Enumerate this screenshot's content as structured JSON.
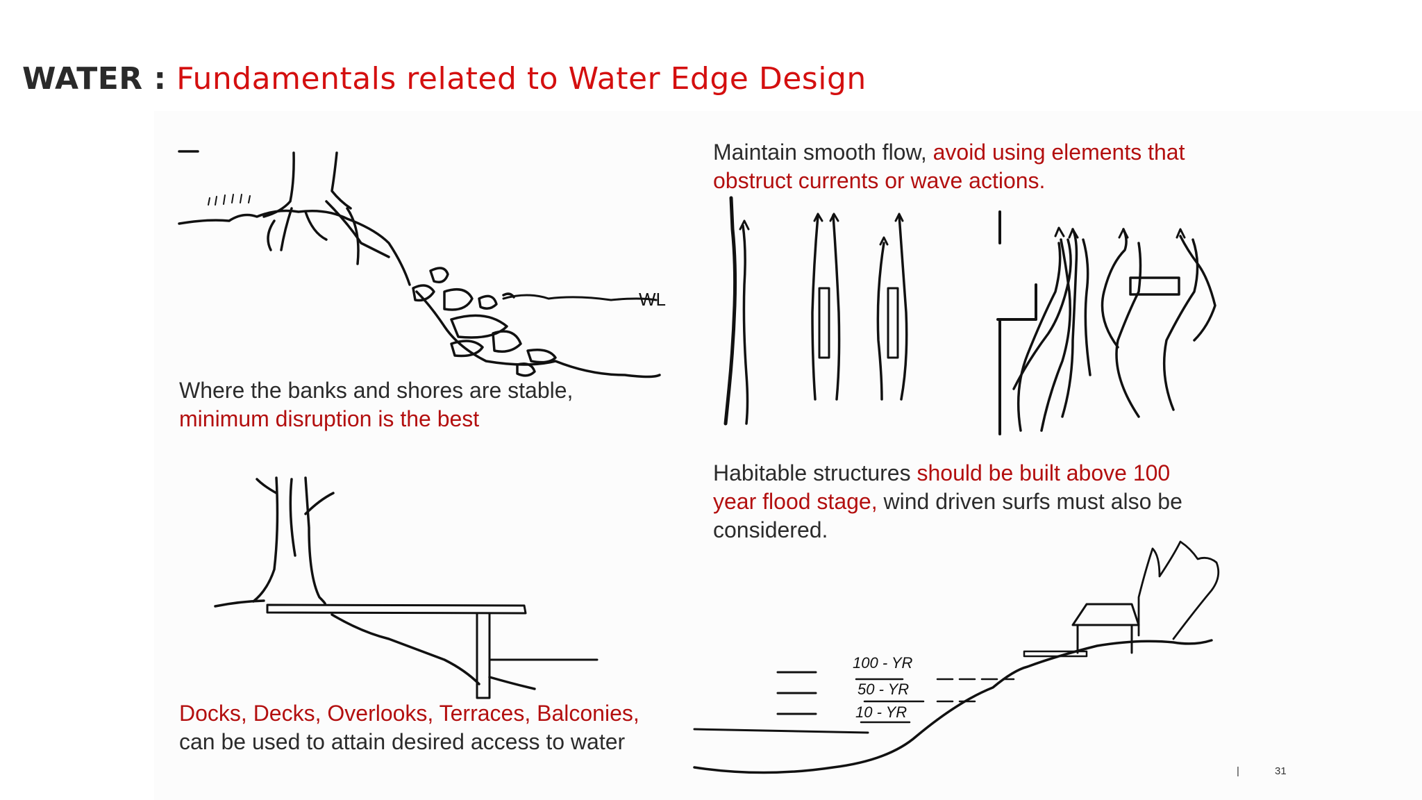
{
  "title": {
    "prefix": "WATER :",
    "main": "Fundamentals related to Water Edge Design"
  },
  "captions": {
    "banks": {
      "line1": "Where the banks and shores are stable,",
      "line2": "minimum disruption is the best"
    },
    "flow": {
      "black": "Maintain smooth flow,",
      "red1": "avoid using elements that",
      "red2": "obstruct currents or wave actions."
    },
    "flood": {
      "black1": "Habitable structures",
      "red1": "should be built above 100",
      "red2": "year flood stage,",
      "black2": "wind driven surfs must also be",
      "black3": "considered."
    },
    "docks": {
      "red": "Docks, Decks, Overlooks, Terraces, Balconies,",
      "black": "can be used to attain desired access to water"
    }
  },
  "sketch_labels": {
    "water_level": "WL",
    "flood_100": "100 - YR",
    "flood_50": "50 - YR",
    "flood_10": "10 - YR"
  },
  "footer": {
    "separator": "|",
    "page_number": "31"
  }
}
